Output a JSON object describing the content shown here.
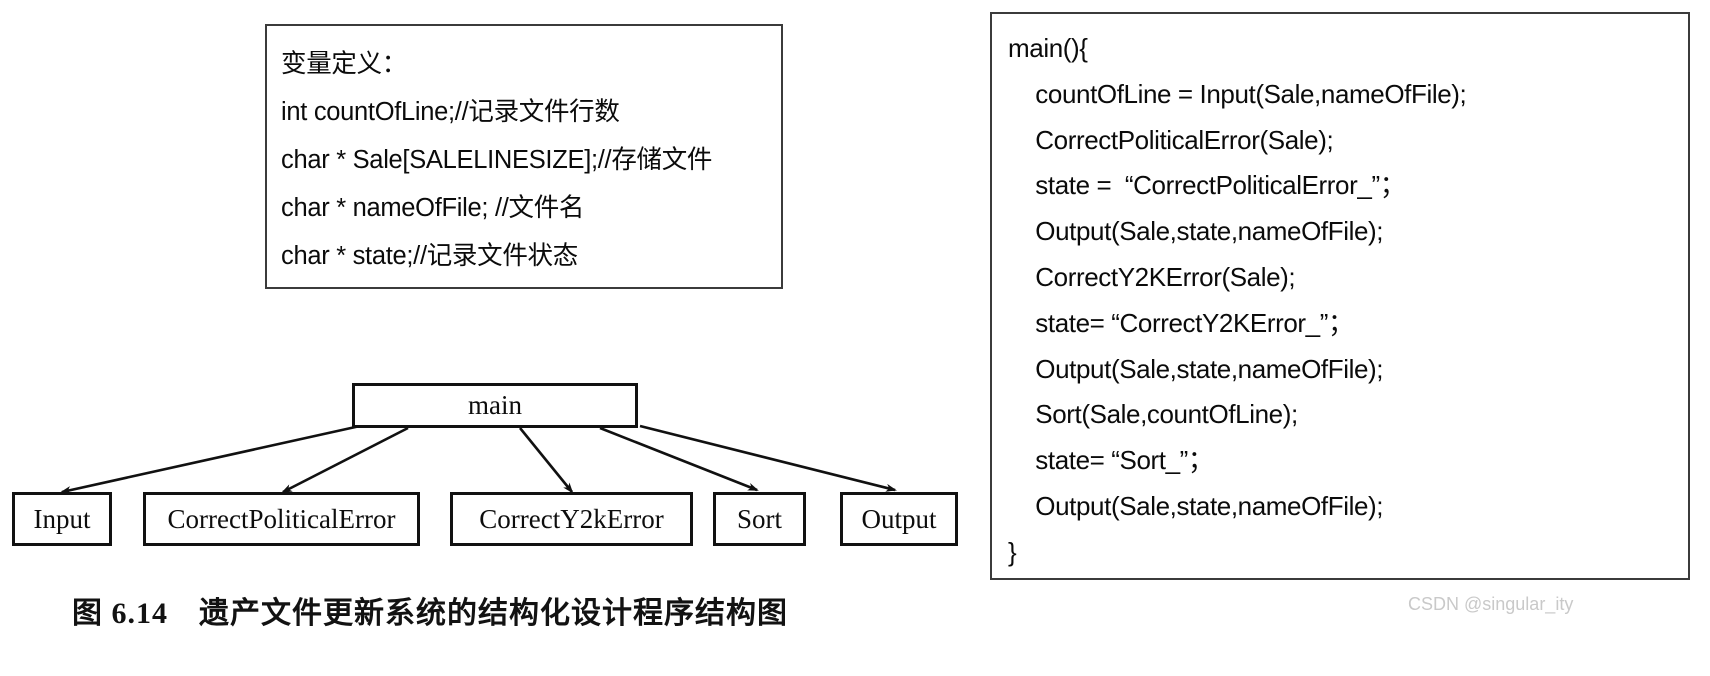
{
  "variable_definition_box": {
    "title": "变量定义：",
    "lines": [
      "变量定义：",
      "int countOfLine;//记录文件行数",
      "char * Sale[SALELINESIZE];//存储文件",
      "char * nameOfFile; //文件名",
      "char * state;//记录文件状态"
    ]
  },
  "code_box": {
    "lines": [
      "main(){",
      "    countOfLine = Input(Sale,nameOfFile);",
      "    CorrectPoliticalError(Sale);",
      "    state =  “CorrectPoliticalError_”；",
      "    Output(Sale,state,nameOfFile);",
      "    CorrectY2KError(Sale);",
      "    state= “CorrectY2KError_”；",
      "    Output(Sale,state,nameOfFile);",
      "    Sort(Sale,countOfLine);",
      "    state= “Sort_”；",
      "    Output(Sale,state,nameOfFile);",
      "}"
    ]
  },
  "structure_chart": {
    "root": {
      "label": "main"
    },
    "children": [
      {
        "label": "Input"
      },
      {
        "label": "CorrectPoliticalError"
      },
      {
        "label": "CorrectY2kError"
      },
      {
        "label": "Sort"
      },
      {
        "label": "Output"
      }
    ]
  },
  "caption": {
    "figure_number": "图 6.14",
    "text": "图 6.14　遗产文件更新系统的结构化设计程序结构图"
  },
  "watermark": {
    "text": "CSDN @singular_ity"
  },
  "colors": {
    "ink": "#0b0b0b",
    "border": "#3b3b3b",
    "chart_line": "#111111",
    "watermark": "#c9c9c9",
    "background": "#ffffff"
  }
}
